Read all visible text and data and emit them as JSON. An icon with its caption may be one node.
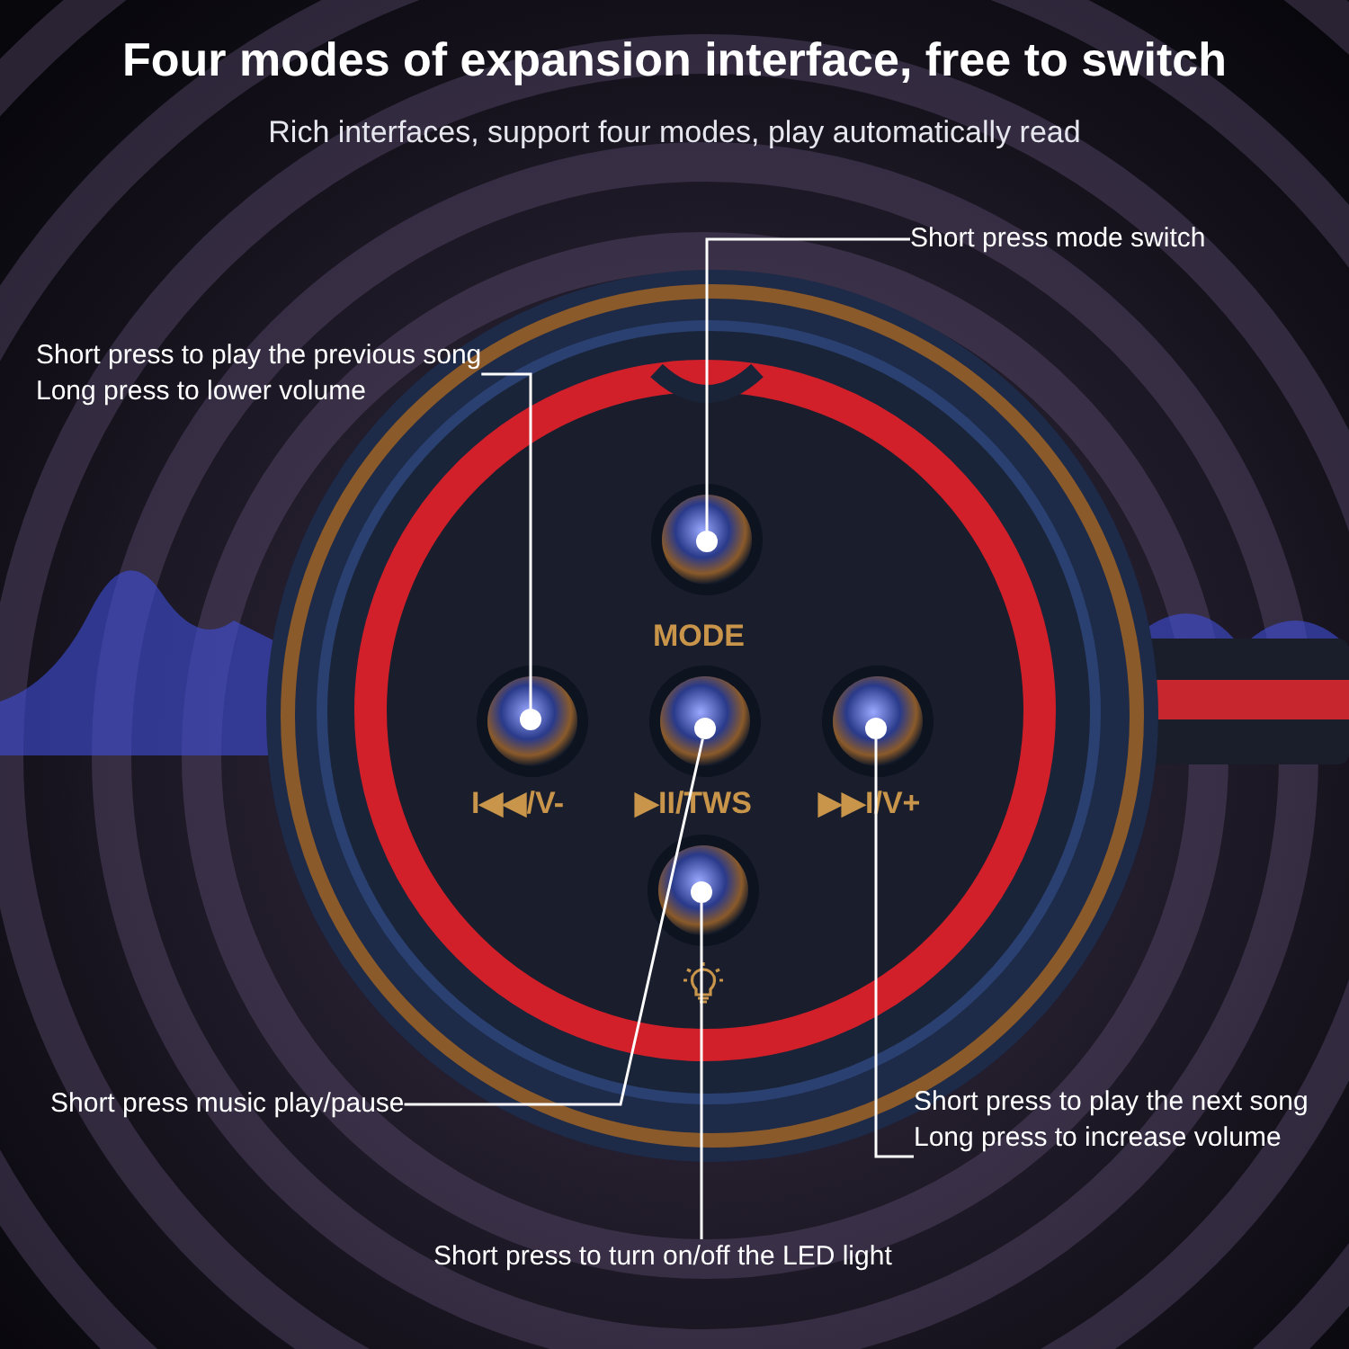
{
  "diagram": {
    "title": "Four modes of expansion interface, free to switch",
    "caption": "Rich interfaces, support four modes, play automatically read",
    "nodes": [
      {
        "text": [
          "Short press mode switch"
        ]
      },
      {
        "text": [],
        "shape": "circle"
      },
      {
        "text": [
          "Short press to play the previous song",
          "Long press to lower volume"
        ]
      },
      {
        "text": [],
        "shape": "circle"
      },
      {
        "text": [
          "Short press music play/pause"
        ]
      },
      {
        "text": [],
        "shape": "circle"
      },
      {
        "text": [
          "Short press to play the next song",
          "Long press to increase volume"
        ]
      },
      {
        "text": [],
        "shape": "circle"
      },
      {
        "text": [
          "Short press to turn on/off the LED light"
        ]
      },
      {
        "text": [],
        "shape": "circle"
      }
    ],
    "edges": [
      {
        "from": 0,
        "to": 1,
        "arrow": "none"
      },
      {
        "from": 2,
        "to": 3,
        "arrow": "none"
      },
      {
        "from": 4,
        "to": 5,
        "arrow": "none"
      },
      {
        "from": 6,
        "to": 7,
        "arrow": "none"
      },
      {
        "from": 8,
        "to": 9,
        "arrow": "none"
      }
    ],
    "labels": [
      "MODE",
      "I◀◀/V-",
      "▶II/TWS",
      "▶▶I/V+"
    ]
  }
}
